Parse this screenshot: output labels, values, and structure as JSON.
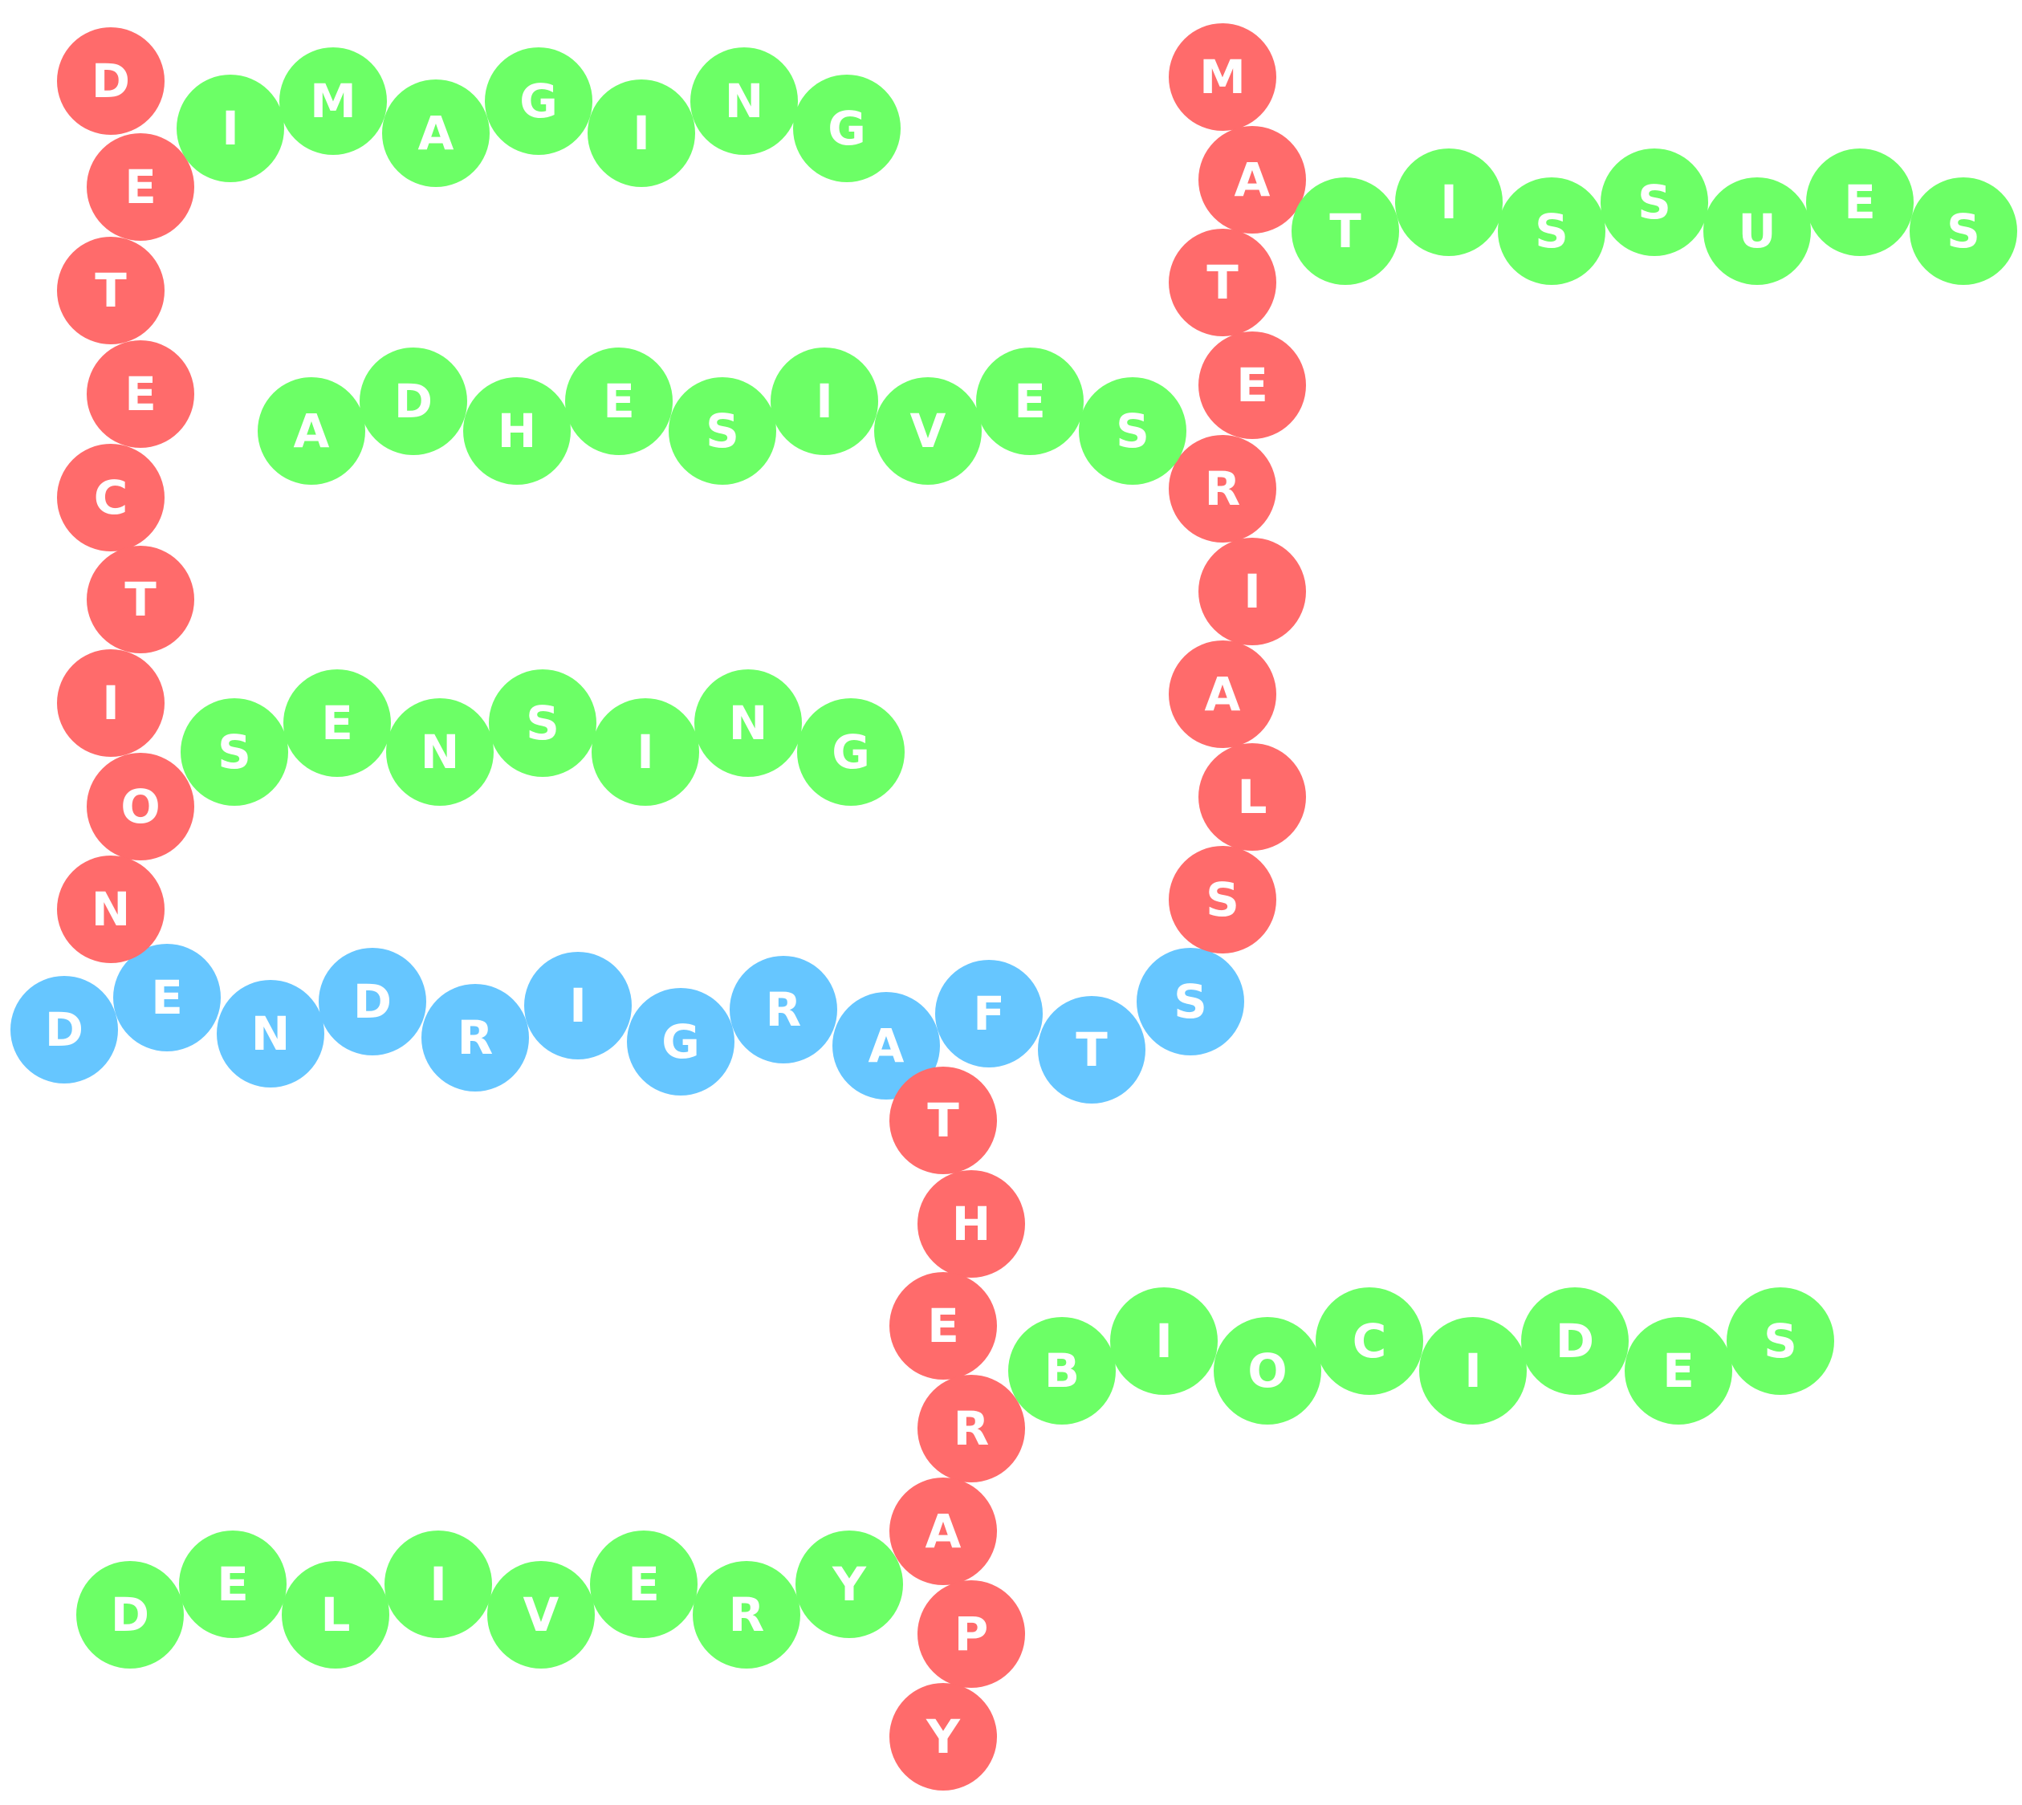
{
  "colors": {
    "red": "#ff6b6b",
    "green": "#6cff66",
    "blue": "#66c6ff",
    "letter": "#ffffff"
  },
  "words": [
    {
      "id": "dendrigrafts",
      "text": "DENDRIGRAFTS",
      "color": "blue",
      "direction": "horizontal"
    },
    {
      "id": "detection",
      "text": "DETECTION",
      "color": "red",
      "direction": "vertical"
    },
    {
      "id": "materials",
      "text": "MATERIALS",
      "color": "red",
      "direction": "vertical"
    },
    {
      "id": "therapy",
      "text": "THERAPY",
      "color": "red",
      "direction": "vertical"
    },
    {
      "id": "imaging",
      "text": "IMAGING",
      "color": "green",
      "direction": "horizontal"
    },
    {
      "id": "adhesives",
      "text": "ADHESIVES",
      "color": "green",
      "direction": "horizontal"
    },
    {
      "id": "sensing",
      "text": "SENSING",
      "color": "green",
      "direction": "horizontal"
    },
    {
      "id": "tissues",
      "text": "TISSUES",
      "color": "green",
      "direction": "horizontal"
    },
    {
      "id": "biocides",
      "text": "BIOCIDES",
      "color": "green",
      "direction": "horizontal"
    },
    {
      "id": "delivery",
      "text": "DELIVERY",
      "color": "green",
      "direction": "horizontal"
    }
  ]
}
